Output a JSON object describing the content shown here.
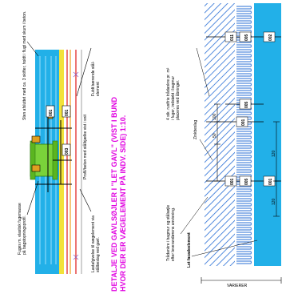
{
  "colors": {
    "insulation_blue": "#22b0e8",
    "hatch_blue": "#2a6fd6",
    "yellow_band": "#f2e23a",
    "red_line": "#e01a1a",
    "orange_line": "#f0a020",
    "green_member": "#7ad23a",
    "accent_magenta": "#e000e0"
  },
  "left_detail": {
    "title_line1": "DETALJE VED GAVLSØJLER I \"LET GAVL\" (VIST I BUND",
    "title_line2": "HVOR DER ER VÆGELEMENT PÅ INDV. SIDE) 1:10.",
    "note_top": "Sten afsluttet med ca. 3 skifter, holdt i flugt med skum i beton.",
    "note_right1": "Fuldt bærende stål-",
    "note_right2": "element",
    "note_profile": "Profil/beton med stålbjælke vist i snit",
    "note_bottom1": "Fuges m. elastisk fugemasse",
    "note_bottom2": "på bagstopningsprofil.",
    "note_rc1": "Lastafgivelse til vægelement via",
    "note_rc2": "stålbeslag ved gavl.",
    "codes": [
      "001",
      "001",
      "003"
    ]
  },
  "right_detail": {
    "note_top1": "4 stk. rustfrie trådankre pr. m²",
    "note_top2": "i fuger, indstøbt i bagmur",
    "note_top3": "placeres ved åbninger.",
    "note_mid": "Zinkbeslag",
    "note_low1": "Trådankre i bagmur og stålsøjle",
    "note_low2": "efter leverandørens anvisning.",
    "note_bottom": "Let facadeelement",
    "codes": [
      "011",
      "005",
      "001",
      "005",
      "001",
      "005",
      "002",
      "001"
    ],
    "dims": {
      "d1": "100",
      "d2": "50",
      "d3": "120",
      "d4": "120",
      "overall": "VARIERER"
    }
  }
}
